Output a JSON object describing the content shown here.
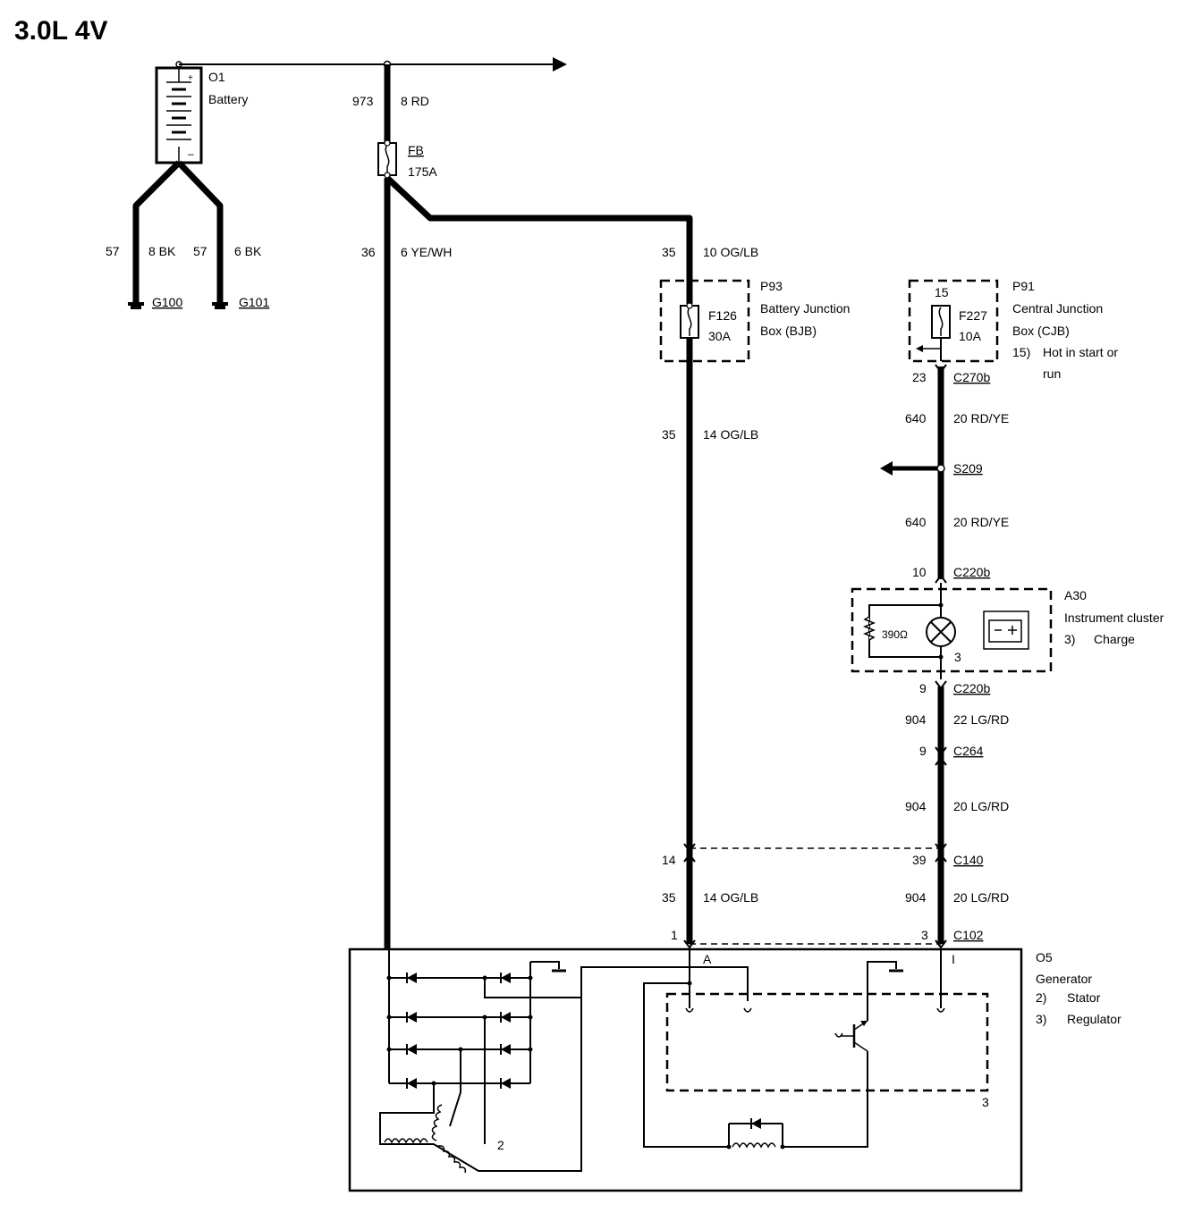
{
  "title": "3.0L 4V",
  "battery": {
    "id": "O1",
    "name": "Battery"
  },
  "wires": {
    "top_circuit": "973",
    "top_spec": "8 RD",
    "ground1_circuit": "57",
    "ground1_spec": "8 BK",
    "ground2_circuit": "57",
    "ground2_spec": "6 BK",
    "feed_circuit": "36",
    "feed_spec": "6 YE/WH",
    "bjb_in_circuit": "35",
    "bjb_in_spec": "10 OG/LB",
    "bjb_out_circuit": "35",
    "bjb_out_spec": "14 OG/LB",
    "c140_left_circuit": "35",
    "c140_left_spec": "14 OG/LB",
    "cjb_out1_circuit": "640",
    "cjb_out1_spec": "20 RD/YE",
    "cjb_out2_circuit": "640",
    "cjb_out2_spec": "20 RD/YE",
    "cluster_out_circuit": "904",
    "cluster_out_spec": "22 LG/RD",
    "c264_out_circuit": "904",
    "c264_out_spec": "20 LG/RD",
    "c140_right_circuit": "904",
    "c140_right_spec": "20 LG/RD"
  },
  "grounds": {
    "g1": "G100",
    "g2": "G101"
  },
  "fuse_fb": {
    "id": "FB",
    "rating": "175A"
  },
  "bjb": {
    "id": "P93",
    "name1": "Battery Junction",
    "name2": "Box (BJB)",
    "fuse": "F126",
    "rating": "30A"
  },
  "cjb": {
    "id": "P91",
    "name1": "Central Junction",
    "name2": "Box (CJB)",
    "note_num": "15)",
    "note1": "Hot in start or",
    "note2": "run",
    "pin": "15",
    "fuse": "F227",
    "rating": "10A"
  },
  "connectors": {
    "c270b_pin": "23",
    "c270b": "C270b",
    "s209": "S209",
    "c220b_top_pin": "10",
    "c220b_top": "C220b",
    "c220b_bot_pin": "9",
    "c220b_bot": "C220b",
    "c264_pin": "9",
    "c264": "C264",
    "c140_left_pin": "14",
    "c140_right_pin": "39",
    "c140": "C140",
    "c102_left_pin": "1",
    "c102_right_pin": "3",
    "c102": "C102"
  },
  "cluster": {
    "id": "A30",
    "name": "Instrument cluster",
    "note_num": "3)",
    "note": "Charge",
    "resistor": "390Ω",
    "pin": "3"
  },
  "generator": {
    "id": "O5",
    "name": "Generator",
    "note1_num": "2)",
    "note1": "Stator",
    "note2_num": "3)",
    "note2": "Regulator",
    "term_a": "A",
    "term_i": "I",
    "callout_stator": "2",
    "callout_reg": "3"
  }
}
